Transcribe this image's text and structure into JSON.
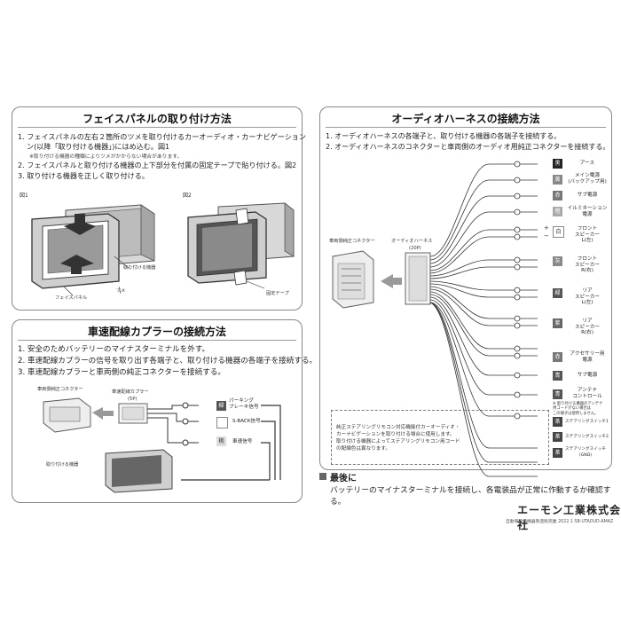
{
  "face_panel": {
    "title": "フェイスパネルの取り付け方法",
    "steps": [
      "1. フェイスパネルの左右２箇所のツメを取り付けるカーオーディオ・カーナビゲーション(以降「取り付ける機器」)にはめ込む。図1",
      "2. フェイスパネルと取り付ける機器の上下部分を付属の固定テープで貼り付ける。図2",
      "3. 取り付ける機器を正しく取り付ける。"
    ],
    "step1_line1": "1. フェイスパネルの左右２箇所のツメを取り付けるカーオーディオ・カーナビゲーション",
    "step1_line2": "ン(以降「取り付ける機器」)にはめ込む。図1",
    "note": "※取り付ける機器の種類によりツメがかからない場合があります。",
    "fig1_label": "図1",
    "fig2_label": "図2",
    "labels": {
      "device": "取り付ける機器",
      "tab": "ツメ",
      "panel": "フェイスパネル",
      "tape": "固定テープ"
    }
  },
  "speed_wire": {
    "title": "車速配線カプラーの接続方法",
    "steps": [
      "1. 安全のためバッテリーのマイナスターミナルを外す。",
      "2. 車速配線カプラーの信号を取り出す各端子と、取り付ける機器の各端子を接続する。",
      "3. 車速配線カプラーと車両側の純正コネクターを接続する。"
    ],
    "oem_connector": "車両側純正コネクター",
    "coupler": "車速配線カプラー",
    "coupler_pins": "(5P)",
    "device": "取り付ける機器",
    "wires": [
      {
        "color": "緑",
        "label": "パーキング\nブレーキ信号"
      },
      {
        "color": "",
        "label": "S-BACK信号"
      },
      {
        "color": "桃",
        "label": "車速信号"
      }
    ]
  },
  "audio_harness": {
    "title": "オーディオハーネスの接続方法",
    "steps": [
      "1. オーディオハーネスの各端子と、取り付ける機器の各端子を接続する。",
      "2. オーディオハーネスのコネクターと車両側のオーディオ用純正コネクターを接続する。"
    ],
    "oem_connector": "車両側純正コネクター",
    "harness": "オーディオハーネス",
    "harness_pins": "(20P)",
    "wires": [
      {
        "color": "黒",
        "label": "アース"
      },
      {
        "color": "黄",
        "label": "メイン電源\n(バックアップ用)"
      },
      {
        "color": "赤",
        "label": "サブ電源"
      },
      {
        "color": "橙",
        "label": "イルミネーション\n電源"
      },
      {
        "color": "白",
        "label": "フロント\nスピーカー\nL(左)"
      },
      {
        "color": "灰",
        "label": "フロント\nスピーカー\nR(右)"
      },
      {
        "color": "緑",
        "label": "リア\nスピーカー\nL(左)"
      },
      {
        "color": "紫",
        "label": "リア\nスピーカー\nR(右)"
      },
      {
        "color": "赤",
        "label": "アクセサリー用\n電源"
      },
      {
        "color": "青",
        "label": "サブ電源"
      },
      {
        "color": "青",
        "label": "アンテナ\nコントロール"
      }
    ],
    "steering_wires": [
      {
        "color": "茶",
        "label": "ステアリングスイッチ1"
      },
      {
        "color": "茶",
        "label": "ステアリングスイッチ2"
      },
      {
        "color": "茶",
        "label": "ステアリングスイッチ\n(GND)"
      }
    ],
    "wire_note": "※ 取り付ける機器のアンテナ\n用コードがない場合は\nこの端子は使用しません。",
    "steering_note": [
      "純正ステアリングリモコン対応機能付カーオーディオ・",
      "カーナビゲーションを取り付ける場合に使用します。",
      "取り付ける機器によってステアリングリモコン用コード",
      "の配線色は異なります。"
    ],
    "pole_plus": "+",
    "pole_minus": "−"
  },
  "final": {
    "title": "最後に",
    "text": "バッテリーのマイナスターミナルを接続し、各電装品が正常に作動するか確認する。"
  },
  "brand": {
    "name": "エーモン工業株式会社",
    "sub": "自動車整備機器製造販売業 2022.1 SB-UTAOUD-AMAZ"
  }
}
